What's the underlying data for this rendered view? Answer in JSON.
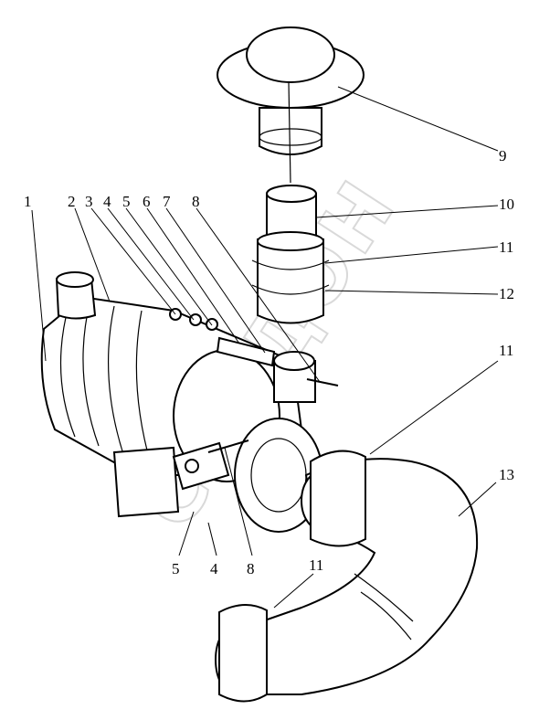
{
  "callouts": {
    "c1": "1",
    "c2": "2",
    "c3": "3",
    "c4_top": "4",
    "c5_top": "5",
    "c6": "6",
    "c7": "7",
    "c8_top": "8",
    "c9": "9",
    "c10": "10",
    "c11_upper": "11",
    "c12": "12",
    "c11_right": "11",
    "c13": "13",
    "c5_bottom": "5",
    "c4_bottom": "4",
    "c8_bottom": "8",
    "c11_bottom": "11"
  },
  "watermark": "СВЕДОН",
  "colors": {
    "line": "#000000",
    "stipple": "#8a8a8a",
    "watermark": "#d9d9d9",
    "background": "#ffffff"
  }
}
